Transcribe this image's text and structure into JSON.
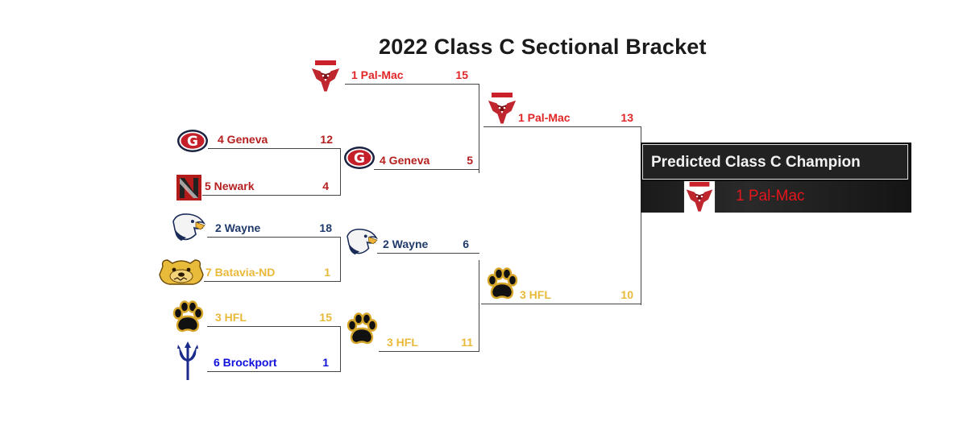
{
  "title": "2022 Class C Sectional Bracket",
  "colors": {
    "palmac": "#e02626",
    "geneva": "#b51f1f",
    "newark": "#b51f1f",
    "wayne": "#203a6b",
    "batavia": "#e9b93a",
    "hfl": "#e9b93a",
    "brockport": "#1111dd"
  },
  "round1": {
    "geneva": {
      "name": "4 Geneva",
      "score": "12",
      "icon": "geneva-g-icon"
    },
    "newark": {
      "name": "5 Newark",
      "score": "4",
      "icon": "newark-icon"
    },
    "wayne": {
      "name": "2 Wayne",
      "score": "18",
      "icon": "eagle-icon"
    },
    "batavia": {
      "name": "7 Batavia-ND",
      "score": "1",
      "icon": "bulldog-icon"
    },
    "hfl": {
      "name": "3 HFL",
      "score": "15",
      "icon": "paw-icon"
    },
    "brockport": {
      "name": "6 Brockport",
      "score": "1",
      "icon": "trident-icon"
    }
  },
  "round2": {
    "palmac": {
      "name": "1 Pal-Mac",
      "score": "15",
      "icon": "red-raider-icon"
    },
    "geneva": {
      "name": "4 Geneva",
      "score": "5",
      "icon": "geneva-g-icon"
    },
    "wayne": {
      "name": "2 Wayne",
      "score": "6",
      "icon": "eagle-icon"
    },
    "hfl": {
      "name": "3 HFL",
      "score": "11",
      "icon": "paw-icon"
    }
  },
  "round3": {
    "palmac": {
      "name": "1 Pal-Mac",
      "score": "13",
      "icon": "red-raider-icon"
    },
    "hfl": {
      "name": "3 HFL",
      "score": "10",
      "icon": "paw-icon"
    }
  },
  "champion": {
    "heading": "Predicted Class C Champion",
    "team": "1 Pal-Mac",
    "icon": "red-raider-icon"
  }
}
